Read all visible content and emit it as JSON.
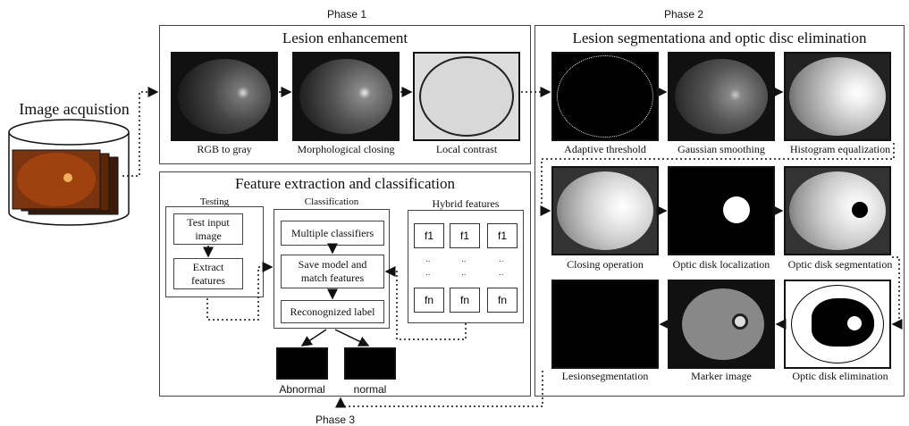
{
  "phases": {
    "p1": "Phase 1",
    "p2": "Phase 2",
    "p3": "Phase 3"
  },
  "acquisition": {
    "title": "Image acquistion"
  },
  "lesion_enhancement": {
    "title": "Lesion enhancement",
    "steps": [
      "RGB to gray",
      "Morphological closing",
      "Local contrast"
    ]
  },
  "segmentation": {
    "title": "Lesion segmentationa and optic disc elimination",
    "row1": [
      "Adaptive threshold",
      "Gaussian smoothing",
      "Histogram equalization"
    ],
    "row2": [
      "Closing operation",
      "Optic disk localization",
      "Optic disk segmentation"
    ],
    "row3": [
      "Lesionsegmentation",
      "Marker image",
      "Optic disk elimination"
    ]
  },
  "feature_extraction": {
    "title": "Feature extraction and classification",
    "testing": {
      "title": "Testing",
      "test_input": "Test input image",
      "extract": "Extract features"
    },
    "classification": {
      "title": "Classification",
      "multiple": "Multiple classifiers",
      "save": "Save model and match features",
      "recognized": "Reconognized label"
    },
    "hybrid": {
      "title": "Hybrid features",
      "f1": "f1",
      "fn": "fn",
      "ellipsis": ".."
    },
    "outcomes": {
      "abnormal": "Abnormal",
      "normal": "normal"
    }
  }
}
